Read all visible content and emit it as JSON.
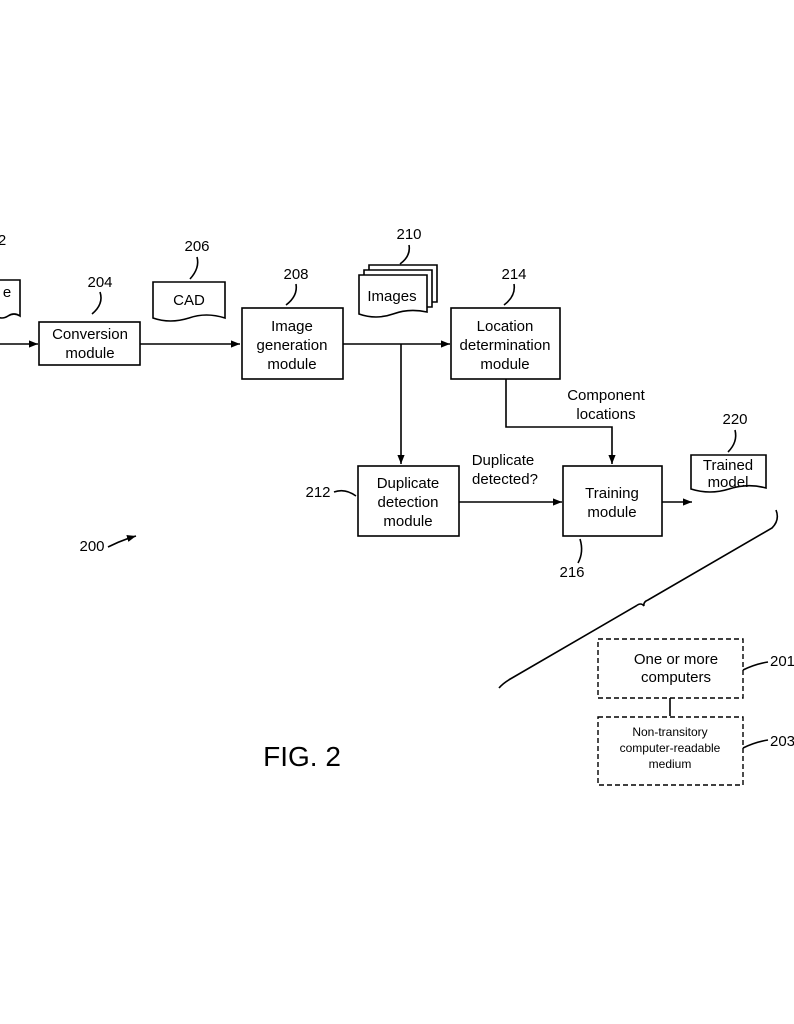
{
  "colors": {
    "stroke": "#000000",
    "background": "#ffffff"
  },
  "refs": {
    "input_partial": "2",
    "conversion": "204",
    "cad": "206",
    "image_generation": "208",
    "images": "210",
    "duplicate_detection": "212",
    "location_determination": "214",
    "training": "216",
    "trained_model": "220",
    "system": "200",
    "computers": "201",
    "medium": "203"
  },
  "labels": {
    "input_partial": "e",
    "conversion": [
      "Conversion",
      "module"
    ],
    "cad": "CAD",
    "image_generation": [
      "Image",
      "generation",
      "module"
    ],
    "images": "Images",
    "location_determination": [
      "Location",
      "determination",
      "module"
    ],
    "duplicate_detection": [
      "Duplicate",
      "detection",
      "module"
    ],
    "training": [
      "Training",
      "module"
    ],
    "trained_model": [
      "Trained",
      "model"
    ],
    "computers": [
      "One or more",
      "computers"
    ],
    "medium": [
      "Non-transitory",
      "computer-readable",
      "medium"
    ]
  },
  "edge_labels": {
    "component_locations": [
      "Component",
      "locations"
    ],
    "duplicate_detected": [
      "Duplicate",
      "detected?"
    ]
  },
  "figure_caption": "FIG. 2"
}
